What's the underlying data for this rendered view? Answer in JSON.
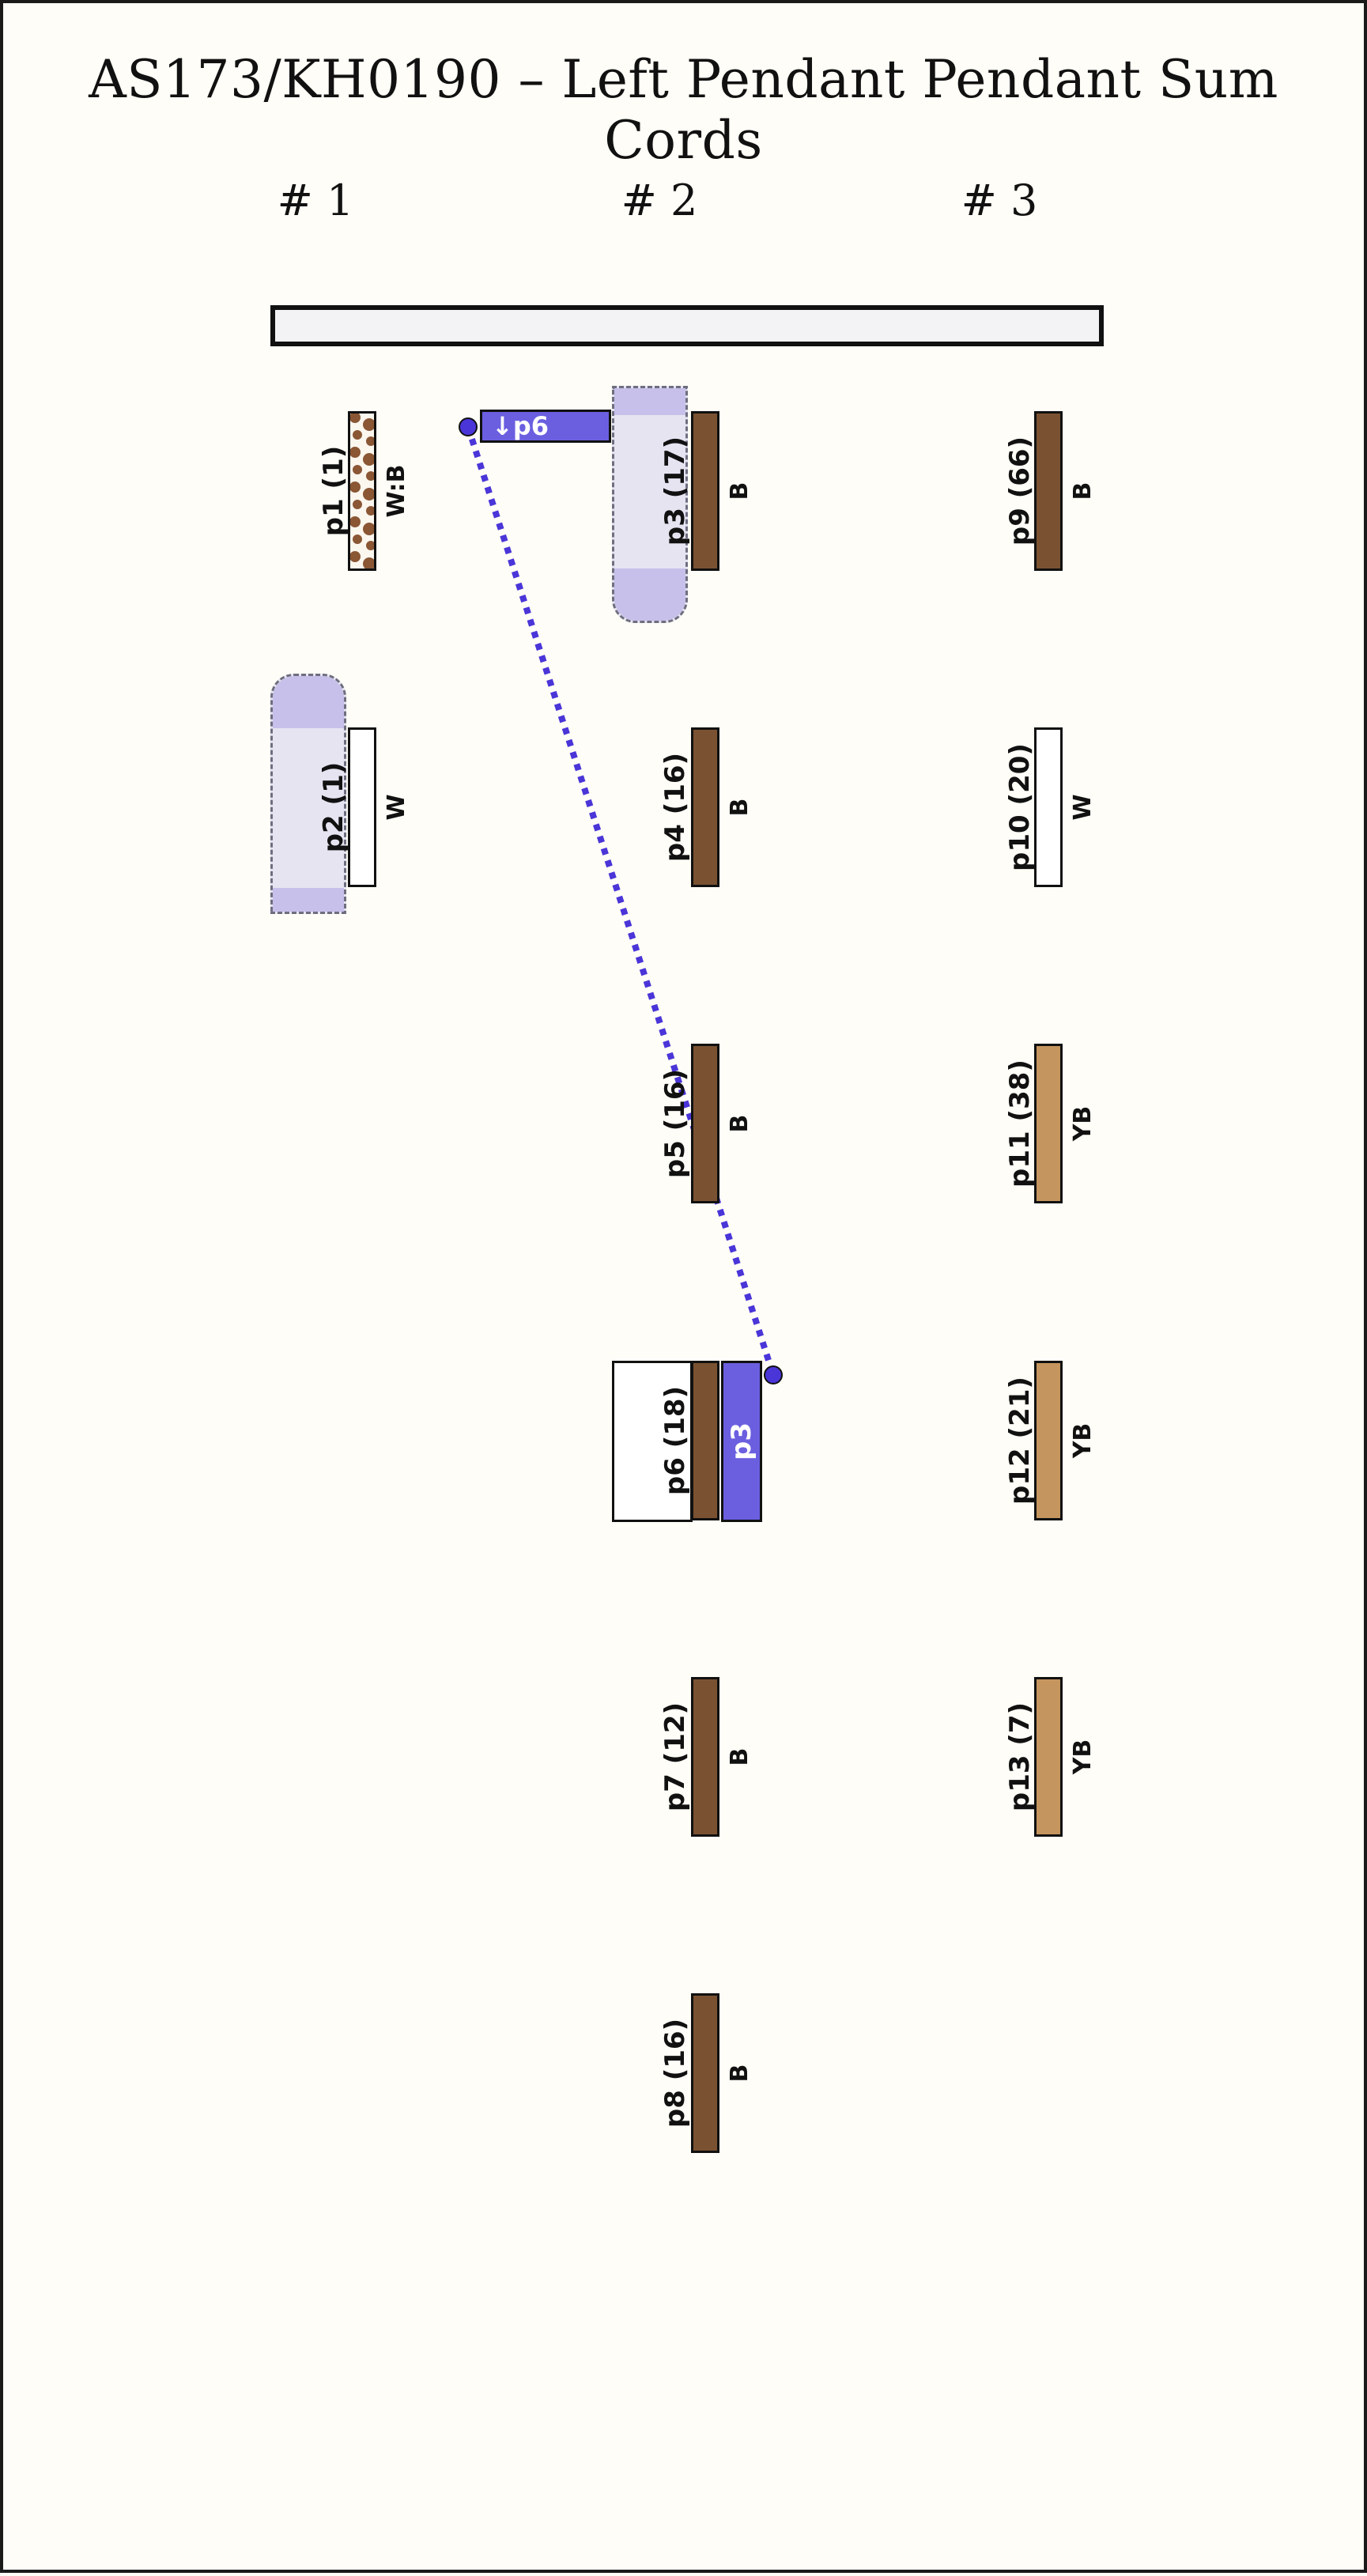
{
  "title": "AS173/KH0190 – Left Pendant Pendant Sum Cords",
  "groups": [
    "# 1",
    "# 2",
    "# 3"
  ],
  "colors": {
    "B": "#7a5232",
    "YB": "#c4955e",
    "W": "#ffffff",
    "mottle_base": "#fbf7ef",
    "mottle_spot": "#8a5634",
    "link": "#4a35d8",
    "tag": "#6b5fe0",
    "ghost": "#e6e4f1",
    "ghost_shade": "#c6c0ea"
  },
  "cords": [
    {
      "id": "p1",
      "label": "p1 (1)",
      "value": 1,
      "color": "W:B",
      "group": 1
    },
    {
      "id": "p2",
      "label": "p2 (1)",
      "value": 1,
      "color": "W",
      "group": 1
    },
    {
      "id": "p3",
      "label": "p3 (17)",
      "value": 17,
      "color": "B",
      "group": 2
    },
    {
      "id": "p4",
      "label": "p4 (16)",
      "value": 16,
      "color": "B",
      "group": 2
    },
    {
      "id": "p5",
      "label": "p5 (16)",
      "value": 16,
      "color": "B",
      "group": 2
    },
    {
      "id": "p6",
      "label": "p6 (18)",
      "value": 18,
      "color": "B",
      "group": 2
    },
    {
      "id": "p7",
      "label": "p7 (12)",
      "value": 12,
      "color": "B",
      "group": 2
    },
    {
      "id": "p8",
      "label": "p8 (16)",
      "value": 16,
      "color": "B",
      "group": 2
    },
    {
      "id": "p9",
      "label": "p9 (66)",
      "value": 66,
      "color": "B",
      "group": 3
    },
    {
      "id": "p10",
      "label": "p10 (20)",
      "value": 20,
      "color": "W",
      "group": 3
    },
    {
      "id": "p11",
      "label": "p11 (38)",
      "value": 38,
      "color": "YB",
      "group": 3
    },
    {
      "id": "p12",
      "label": "p12 (21)",
      "value": 21,
      "color": "YB",
      "group": 3
    },
    {
      "id": "p13",
      "label": "p13 (7)",
      "value": 7,
      "color": "YB",
      "group": 3
    }
  ],
  "links": {
    "p3_to_p6": "↓p6",
    "p6_from_p3": "p3"
  }
}
